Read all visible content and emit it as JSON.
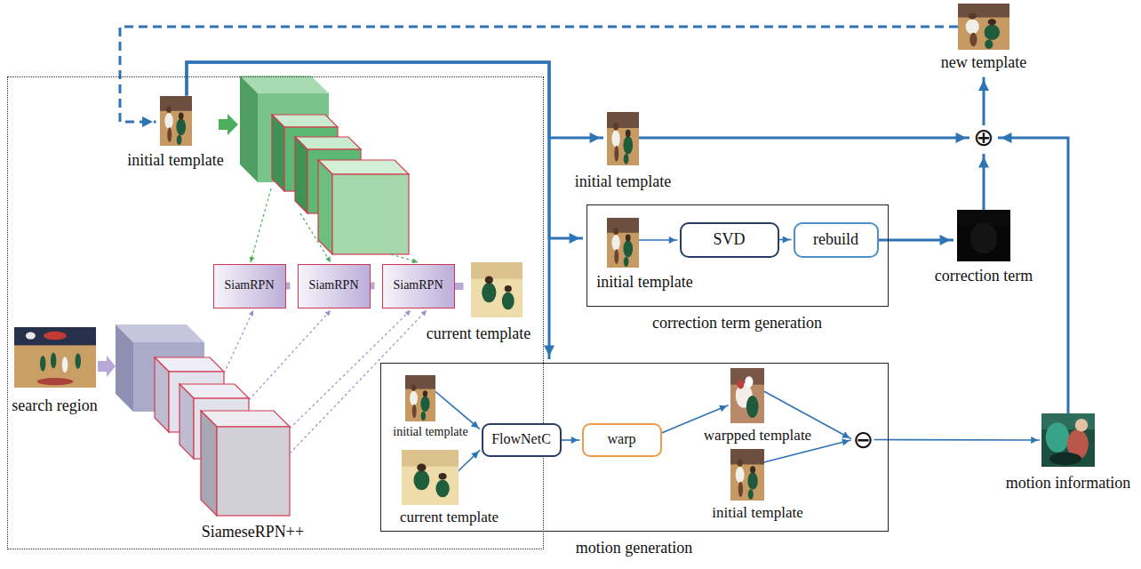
{
  "diagram": {
    "nodes": [
      {
        "text": [
          "SiameseRPN++"
        ]
      },
      {
        "text": [
          "initial template"
        ],
        "in": 0
      },
      {
        "text": [
          "SiamRPN"
        ],
        "in": 0
      },
      {
        "text": [
          "SiamRPN"
        ],
        "in": 0
      },
      {
        "text": [
          "SiamRPN"
        ],
        "in": 0
      },
      {
        "text": [
          "current template"
        ],
        "in": 0
      },
      {
        "text": [
          "search region"
        ],
        "in": 0
      },
      {
        "text": [
          "new template"
        ]
      },
      {
        "text": [
          "⊕"
        ]
      },
      {
        "text": [
          "initial template"
        ]
      },
      {
        "text": [
          "correction term generation"
        ]
      },
      {
        "text": [
          "initial template"
        ],
        "in": 10
      },
      {
        "text": [
          "SVD"
        ],
        "in": 10
      },
      {
        "text": [
          "rebuild"
        ],
        "in": 10
      },
      {
        "text": [
          "correction term"
        ]
      },
      {
        "text": [
          "motion generation"
        ]
      },
      {
        "text": [
          "initial template"
        ],
        "in": 15
      },
      {
        "text": [
          "current template"
        ],
        "in": 15
      },
      {
        "text": [
          "FlowNetC"
        ],
        "in": 15
      },
      {
        "text": [
          "warp"
        ],
        "in": 15
      },
      {
        "text": [
          "warpped template"
        ],
        "in": 15
      },
      {
        "text": [
          "initial template"
        ],
        "in": 15
      },
      {
        "text": [
          "⊖"
        ],
        "in": 15
      },
      {
        "text": [
          "motion information"
        ]
      }
    ],
    "edges": [
      {
        "from": 7,
        "to": 1,
        "arrow": "to"
      },
      {
        "from": 1,
        "to": 9,
        "arrow": "to"
      },
      {
        "from": 1,
        "to": 10,
        "arrow": "to"
      },
      {
        "from": 1,
        "to": 15,
        "arrow": "to"
      },
      {
        "from": 2,
        "to": 3,
        "arrow": "to"
      },
      {
        "from": 3,
        "to": 4,
        "arrow": "to"
      },
      {
        "from": 4,
        "to": 5,
        "arrow": "to"
      },
      {
        "from": 9,
        "to": 8,
        "arrow": "to"
      },
      {
        "from": 8,
        "to": 7,
        "arrow": "to"
      },
      {
        "from": 11,
        "to": 12,
        "arrow": "to"
      },
      {
        "from": 12,
        "to": 13,
        "arrow": "to"
      },
      {
        "from": 13,
        "to": 14,
        "arrow": "to"
      },
      {
        "from": 14,
        "to": 8,
        "arrow": "to"
      },
      {
        "from": 16,
        "to": 18,
        "arrow": "to"
      },
      {
        "from": 17,
        "to": 18,
        "arrow": "to"
      },
      {
        "from": 18,
        "to": 19,
        "arrow": "to"
      },
      {
        "from": 19,
        "to": 20,
        "arrow": "to"
      },
      {
        "from": 20,
        "to": 22,
        "arrow": "to"
      },
      {
        "from": 21,
        "to": 22,
        "arrow": "to"
      },
      {
        "from": 22,
        "to": 23,
        "arrow": "to"
      },
      {
        "from": 23,
        "to": 8,
        "arrow": "to"
      }
    ]
  }
}
